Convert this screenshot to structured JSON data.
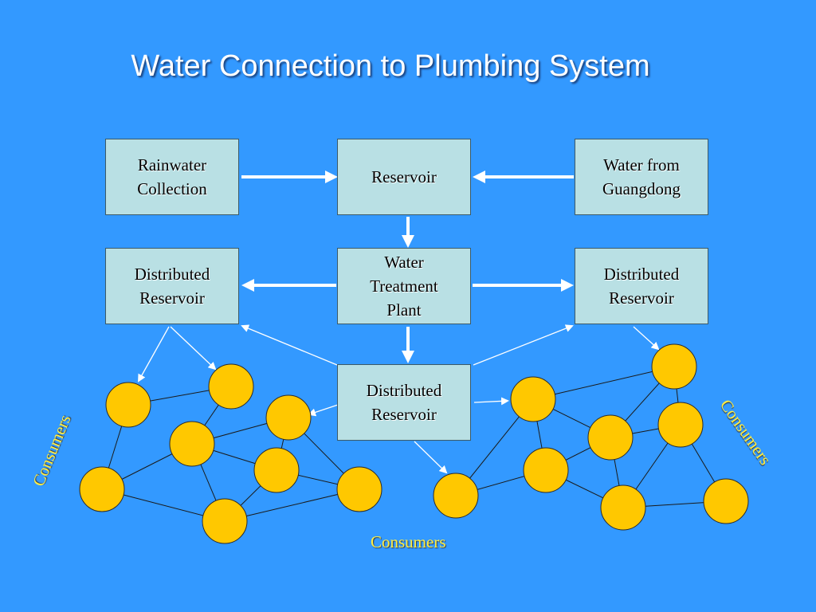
{
  "title": "Water Connection to Plumbing System",
  "boxes": {
    "rainwater": "Rainwater\nCollection",
    "reservoir": "Reservoir",
    "guangdong": "Water from\nGuangdong",
    "dist_left": "Distributed\nReservoir",
    "treatment": "Water\nTreatment\nPlant",
    "dist_right": "Distributed\nReservoir",
    "dist_bottom": "Distributed\nReservoir"
  },
  "labels": {
    "consumers_left": "Consumers",
    "consumers_right": "Consumers",
    "consumers_bottom": "Consumers"
  },
  "colors": {
    "background": "#3399ff",
    "box_fill": "#b9e0e4",
    "node_fill": "#ffc800",
    "arrow": "#ffffff",
    "label": "#ffee44"
  }
}
